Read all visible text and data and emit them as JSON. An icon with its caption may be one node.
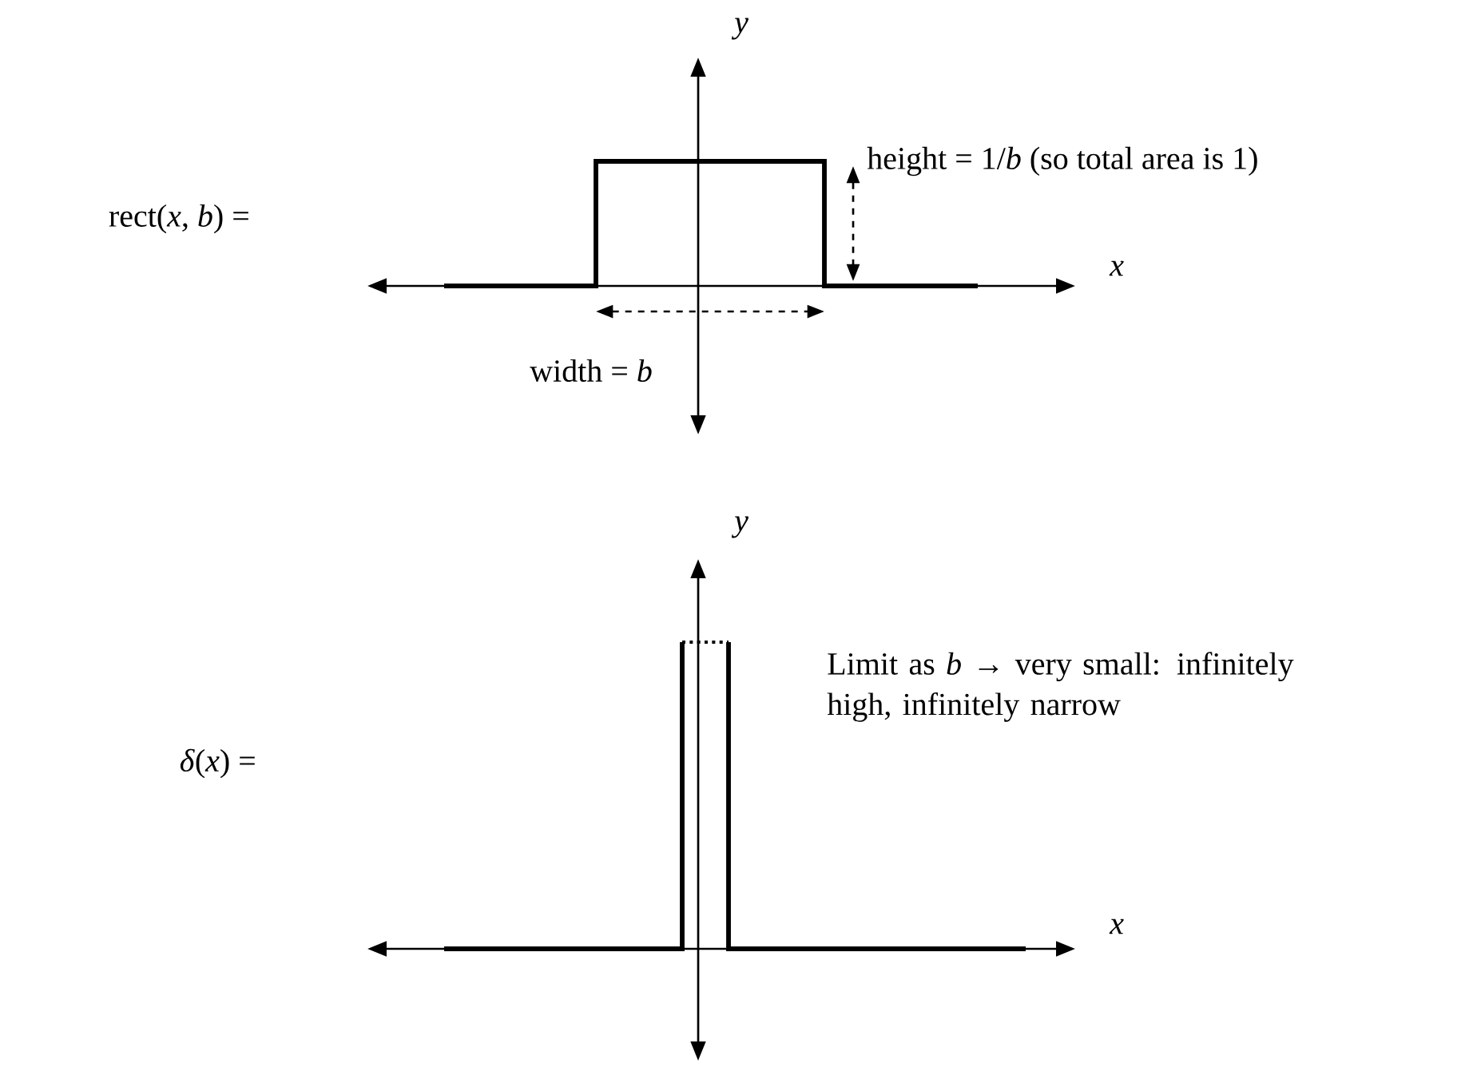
{
  "diagram": {
    "labels": [
      "*y*",
      "height = 1/*b* (so total area is 1)",
      "rect(*x*, *b*) =",
      "*x*",
      "width = *b*",
      "*y*",
      "Limit as *b* → very small: infinitely high, infinitely narrow",
      "*δ*(*x*) =",
      "*x*"
    ]
  }
}
